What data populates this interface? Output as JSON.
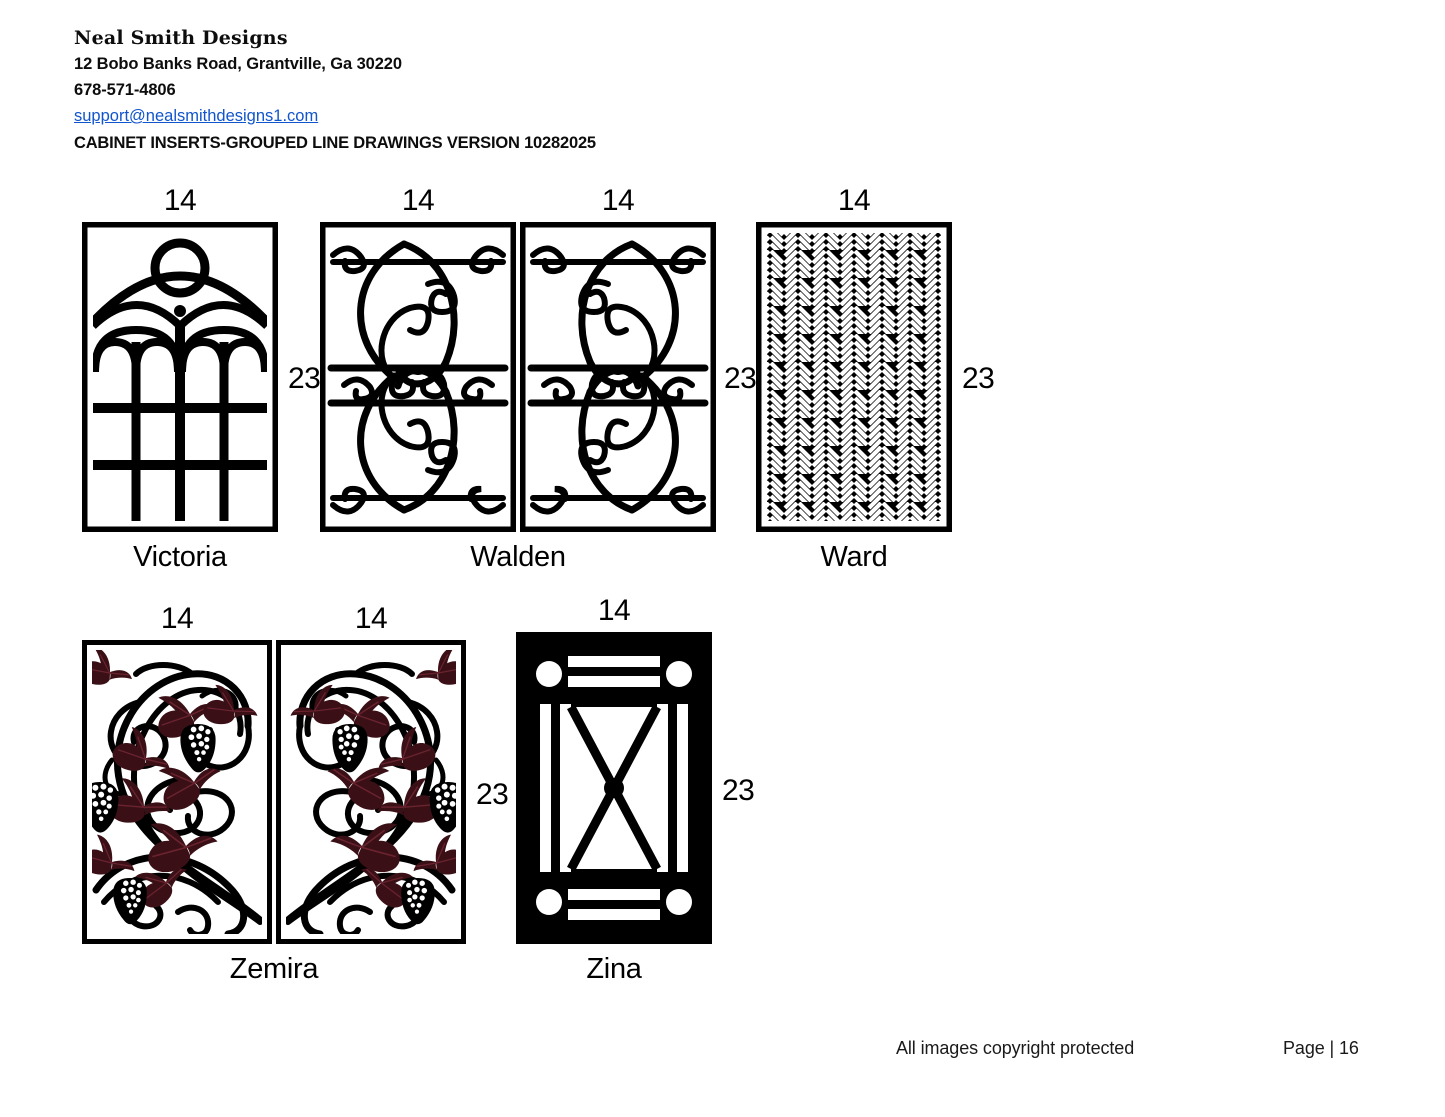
{
  "header": {
    "brand": "Neal Smith Designs",
    "address": "12 Bobo Banks Road, Grantville, Ga 30220",
    "phone": "678-571-4806",
    "email": "support@nealsmithdesigns1.com",
    "title": "CABINET INSERTS-GROUPED LINE DRAWINGS VERSION 10282025"
  },
  "designs": [
    {
      "name": "Victoria",
      "pattern": "gothic-window",
      "panels": 1,
      "width_label": "14",
      "height_label": "23"
    },
    {
      "name": "Walden",
      "pattern": "scrollwork-mirrored",
      "panels": 2,
      "width_label": "14",
      "height_label": "23"
    },
    {
      "name": "Ward",
      "pattern": "basketweave-lattice",
      "panels": 1,
      "width_label": "14",
      "height_label": "23"
    },
    {
      "name": "Zemira",
      "pattern": "grapevine-mirrored",
      "panels": 2,
      "width_label": "14",
      "height_label": "23"
    },
    {
      "name": "Zina",
      "pattern": "x-brace-corner-dots",
      "panels": 1,
      "width_label": "14",
      "height_label": "23"
    }
  ],
  "footer": {
    "copyright": "All images copyright protected",
    "page": "Page | 16"
  },
  "colors": {
    "ink": "#000000",
    "link": "#1155cc",
    "leaf": "#3a1016",
    "paper": "#ffffff"
  }
}
